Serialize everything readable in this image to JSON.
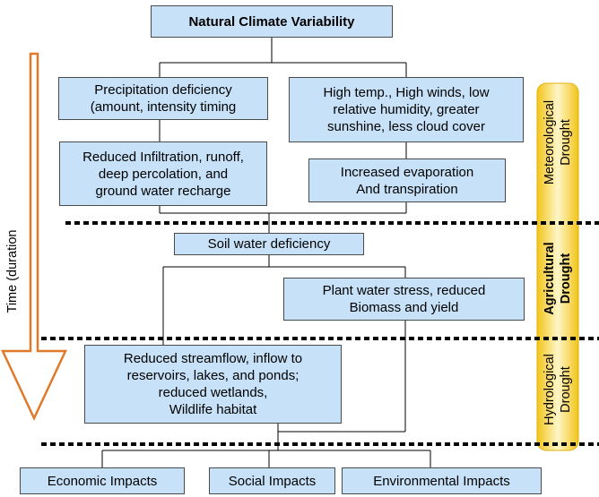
{
  "diagram": {
    "root": "Natural Climate Variability",
    "left_branch": {
      "top": "Precipitation deficiency\n(amount, intensity timing",
      "bottom": "Reduced Infiltration, runoff,\ndeep percolation, and\nground water recharge"
    },
    "right_branch": {
      "top": "High temp., High winds, low\nrelative humidity, greater\nsunshine, less cloud cover",
      "bottom": "Increased evaporation\nAnd transpiration"
    },
    "soil": "Soil water deficiency",
    "plant": "Plant water stress, reduced\nBiomass and yield",
    "streamflow": "Reduced streamflow, inflow to\nreservoirs, lakes, and ponds;\nreduced wetlands,\nWildlife habitat",
    "impacts": [
      "Economic Impacts",
      "Social Impacts",
      "Environmental Impacts"
    ]
  },
  "stages": [
    {
      "label": "Meteorological\nDrought",
      "bold": false
    },
    {
      "label": "Agricultural\nDrought",
      "bold": true
    },
    {
      "label": "Hydrological\nDrought",
      "bold": false
    }
  ],
  "time_axis": {
    "label": "Time (duration"
  },
  "colors": {
    "box_fill": "#c7e2f8",
    "box_border": "#4a4a4a",
    "arrow_outline": "#e07a2a",
    "bar_gold": "#f2c418",
    "bar_light": "#fff6c8"
  }
}
